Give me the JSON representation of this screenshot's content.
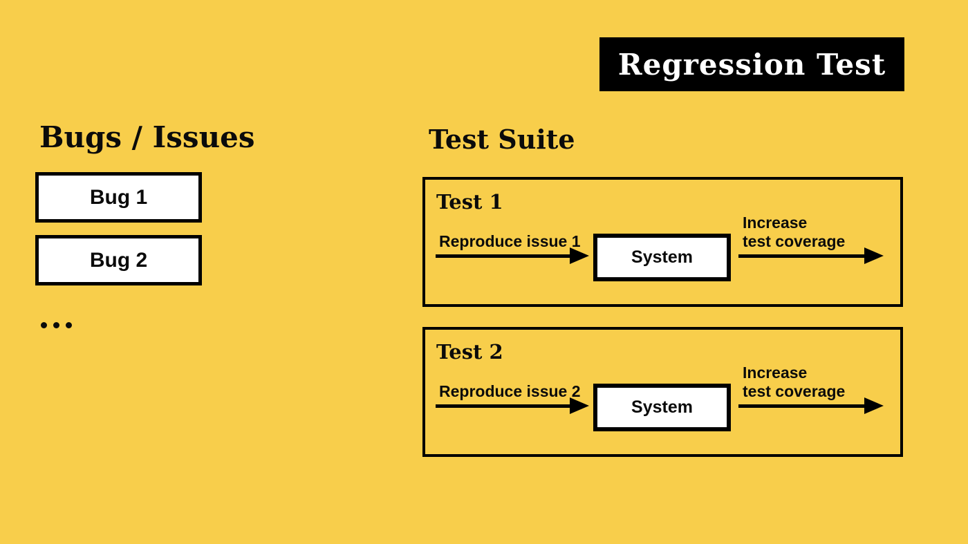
{
  "colors": {
    "background": "#F8CE4B",
    "ink": "#0b0b0b",
    "badge_background": "#000000",
    "badge_text": "#FFFFFF",
    "box_fill": "#FFFFFF"
  },
  "title_badge": {
    "label": "Regression Test"
  },
  "bugs_panel": {
    "heading": "Bugs / Issues",
    "items": [
      {
        "label": "Bug 1"
      },
      {
        "label": "Bug 2"
      }
    ],
    "more_indicator": "..."
  },
  "test_suite": {
    "heading": "Test Suite",
    "tests": [
      {
        "title": "Test 1",
        "input_label": "Reproduce issue 1",
        "system_label": "System",
        "output_label_line1": "Increase",
        "output_label_line2": "test coverage"
      },
      {
        "title": "Test 2",
        "input_label": "Reproduce issue 2",
        "system_label": "System",
        "output_label_line1": "Increase",
        "output_label_line2": "test coverage"
      }
    ]
  }
}
